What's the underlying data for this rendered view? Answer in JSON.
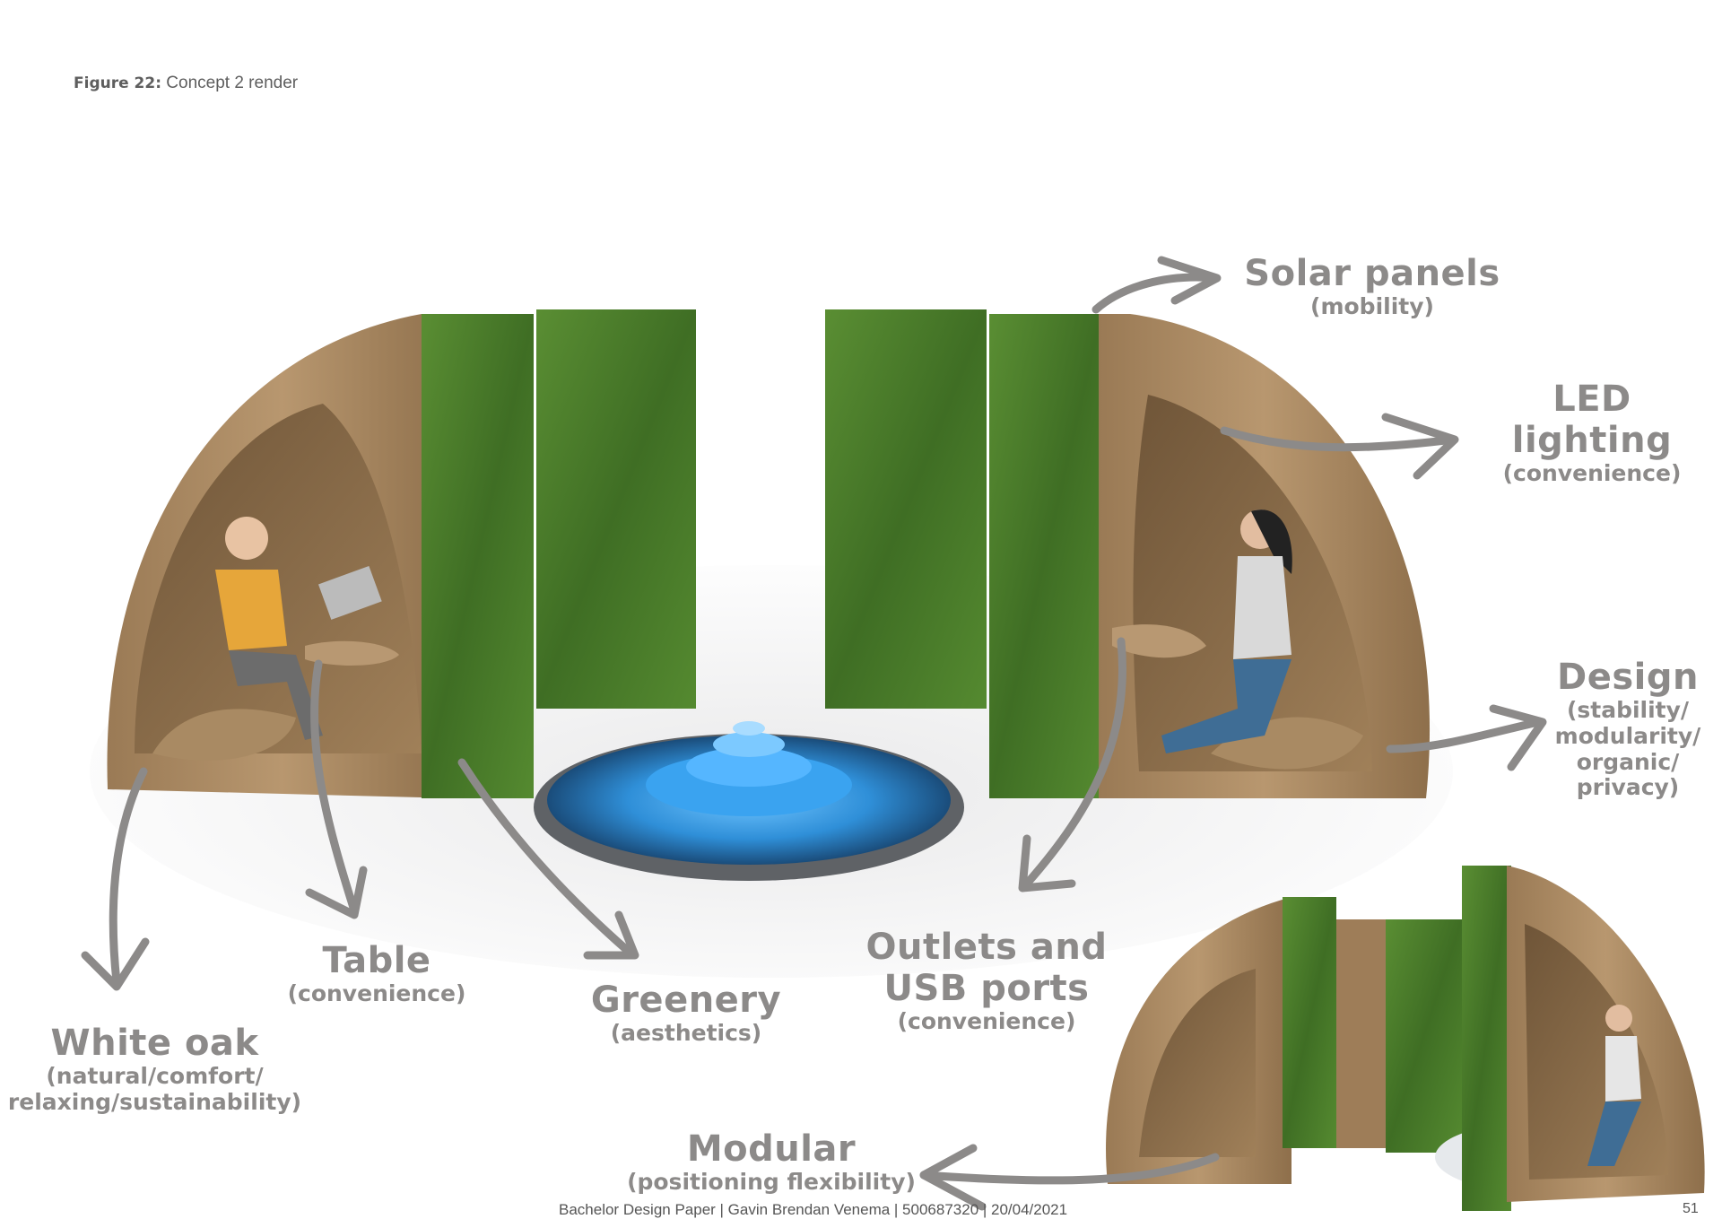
{
  "caption": {
    "label": "Figure 22:",
    "text": "Concept 2 render"
  },
  "annotations": {
    "solar": {
      "title": "Solar panels",
      "sub": "(mobility)"
    },
    "led": {
      "title": "LED lighting",
      "sub": "(convenience)"
    },
    "design": {
      "title": "Design",
      "sub": "(stability/",
      "sub2": "modularity/",
      "sub3": "organic/",
      "sub4": "privacy)"
    },
    "outlets": {
      "title": "Outlets and",
      "title2": "USB ports",
      "sub": "(convenience)"
    },
    "greenery": {
      "title": "Greenery",
      "sub": "(aesthetics)"
    },
    "table": {
      "title": "Table",
      "sub": "(convenience)"
    },
    "oak": {
      "title": "White oak",
      "sub": "(natural/comfort/",
      "sub2": "relaxing/sustainability)"
    },
    "modular": {
      "title": "Modular",
      "sub": "(positioning flexibility)"
    }
  },
  "footer": {
    "text": "Bachelor Design Paper | Gavin Brendan Venema | 500687320 | 20/04/2021",
    "page": "51"
  },
  "colors": {
    "label_gray": "#8c8a89",
    "wood": "#a88762",
    "grass": "#4e7d2c",
    "water": "#2f8fd8"
  }
}
